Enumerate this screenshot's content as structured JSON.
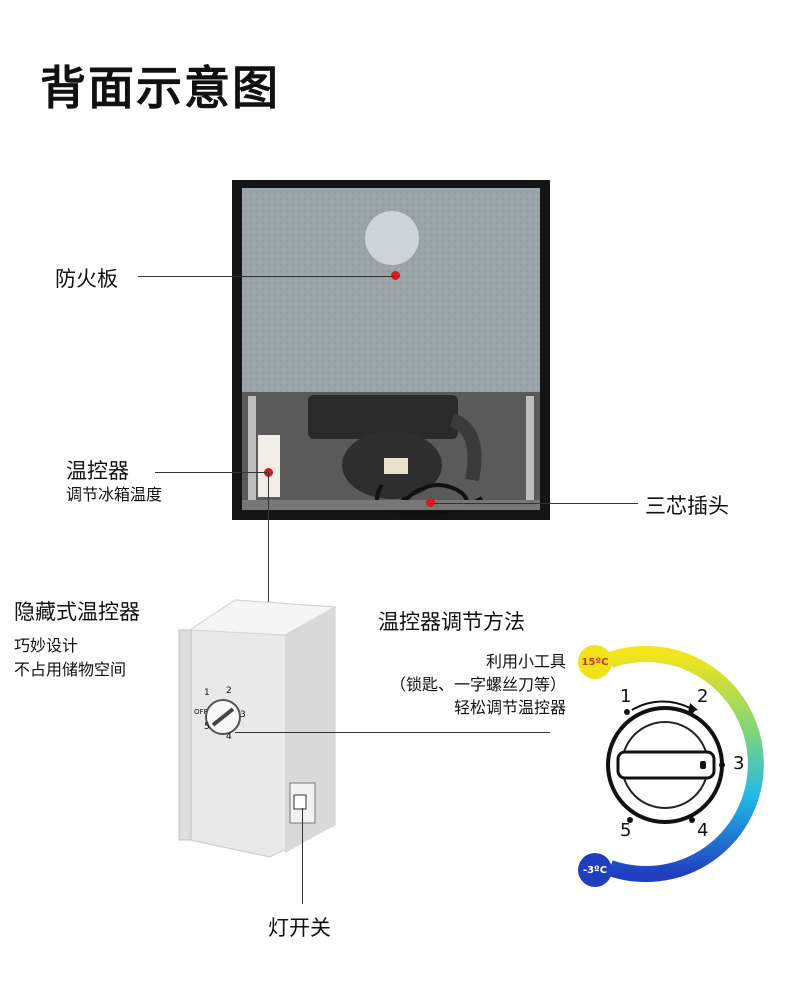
{
  "title": "背面示意图",
  "labels": {
    "fire_board": "防火板",
    "thermostat": "温控器",
    "thermostat_desc": "调节冰箱温度",
    "plug": "三芯插头",
    "hidden_thermostat": "隐藏式温控器",
    "hidden_desc_1": "巧妙设计",
    "hidden_desc_2": "不占用储物空间",
    "method_title": "温控器调节方法",
    "method_line_1": "利用小工具",
    "method_line_2": "（锁匙、一字螺丝刀等）",
    "method_line_3": "轻松调节温控器",
    "light_switch": "灯开关"
  },
  "dial": {
    "numbers": [
      "1",
      "2",
      "3",
      "4",
      "5"
    ],
    "temp_high": "15ºC",
    "temp_low": "-3ºC",
    "temp_high_color": "#f2e21a",
    "temp_low_color": "#1f3fbf"
  },
  "device_dial_marks": [
    "1",
    "2",
    "3",
    "4",
    "5",
    "OFF"
  ],
  "colors": {
    "accent_red": "#e0161b",
    "gradient": [
      "#f5e41a",
      "#7fd67a",
      "#22b8e8",
      "#1f3fbf"
    ]
  }
}
